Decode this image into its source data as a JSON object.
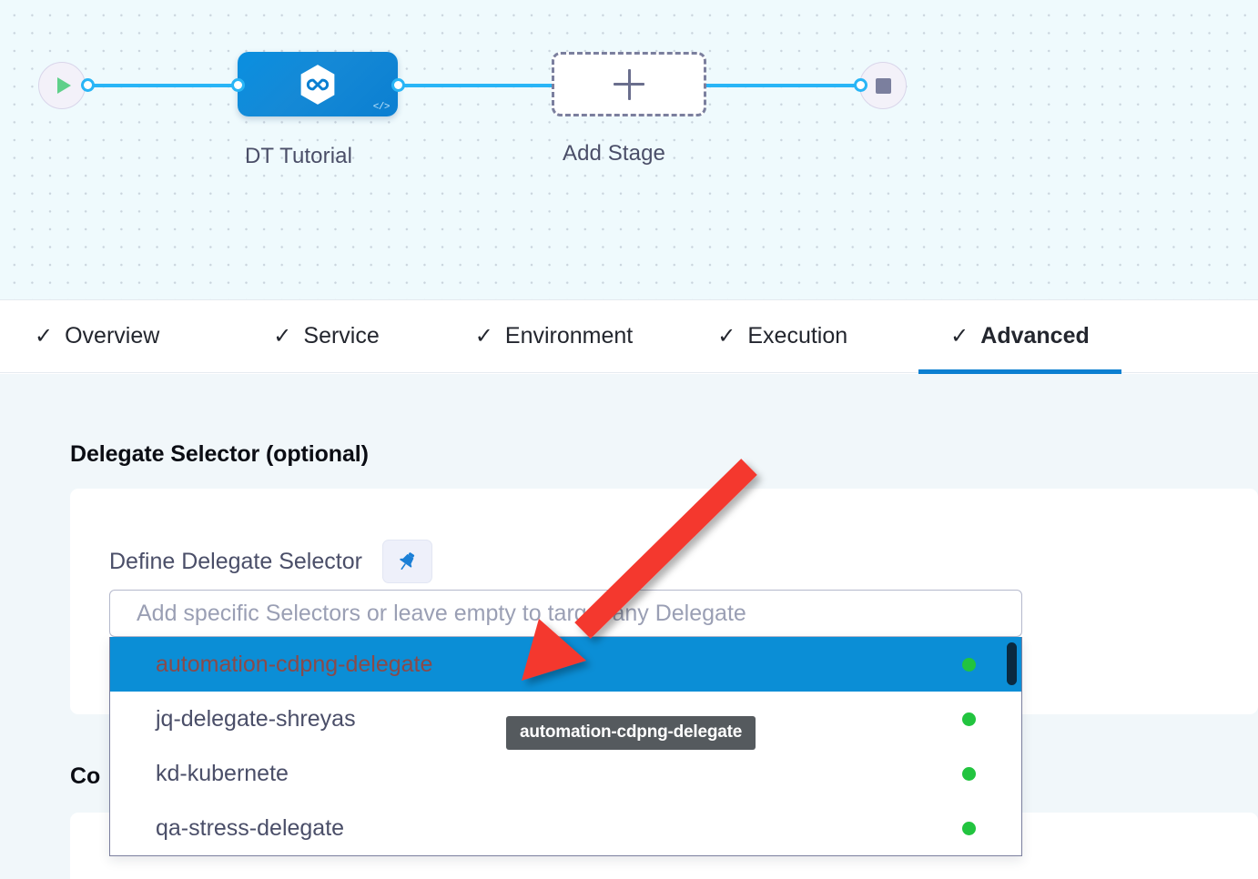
{
  "canvas": {
    "start_node": {
      "icon": "play-icon",
      "name": "pipeline-start"
    },
    "stage": {
      "label": "DT Tutorial",
      "icon": "harness-hexagon-infinity-icon",
      "badge_icon": "code-icon",
      "color": "#0b7fd1"
    },
    "add_stage": {
      "label": "Add Stage",
      "icon": "plus-icon"
    },
    "end_node": {
      "icon": "stop-icon",
      "name": "pipeline-end"
    },
    "grid_dot_color": "#c9d4dd",
    "background": "#effafd",
    "connector_color": "#29b5f6"
  },
  "tabs": [
    {
      "label": "Overview",
      "check": "✓",
      "active": false
    },
    {
      "label": "Service",
      "check": "✓",
      "active": false
    },
    {
      "label": "Environment",
      "check": "✓",
      "active": false
    },
    {
      "label": "Execution",
      "check": "✓",
      "active": false
    },
    {
      "label": "Advanced",
      "check": "✓",
      "active": true
    }
  ],
  "tab_active_color": "#0b7fd1",
  "main": {
    "section_title": "Delegate Selector (optional)",
    "section_title_2": "Co",
    "field_label": "Define Delegate Selector",
    "pin_icon": "pin-icon",
    "selector": {
      "placeholder": "Add specific Selectors or leave empty to target any Delegate",
      "value": "",
      "highlight_color": "#0b8ed6",
      "options": [
        {
          "label": "automation-cdpng-delegate",
          "status": "connected",
          "status_color": "#22c43f",
          "selected": true
        },
        {
          "label": "jq-delegate-shreyas",
          "status": "connected",
          "status_color": "#22c43f",
          "selected": false
        },
        {
          "label": "kd-kubernete",
          "status": "connected",
          "status_color": "#22c43f",
          "selected": false
        },
        {
          "label": "qa-stress-delegate",
          "status": "connected",
          "status_color": "#22c43f",
          "selected": false
        }
      ]
    },
    "tooltip": "automation-cdpng-delegate"
  },
  "annotation": {
    "arrow_color": "#f4392f",
    "type": "pointer-arrow",
    "points_to": "automation-cdpng-delegate"
  }
}
